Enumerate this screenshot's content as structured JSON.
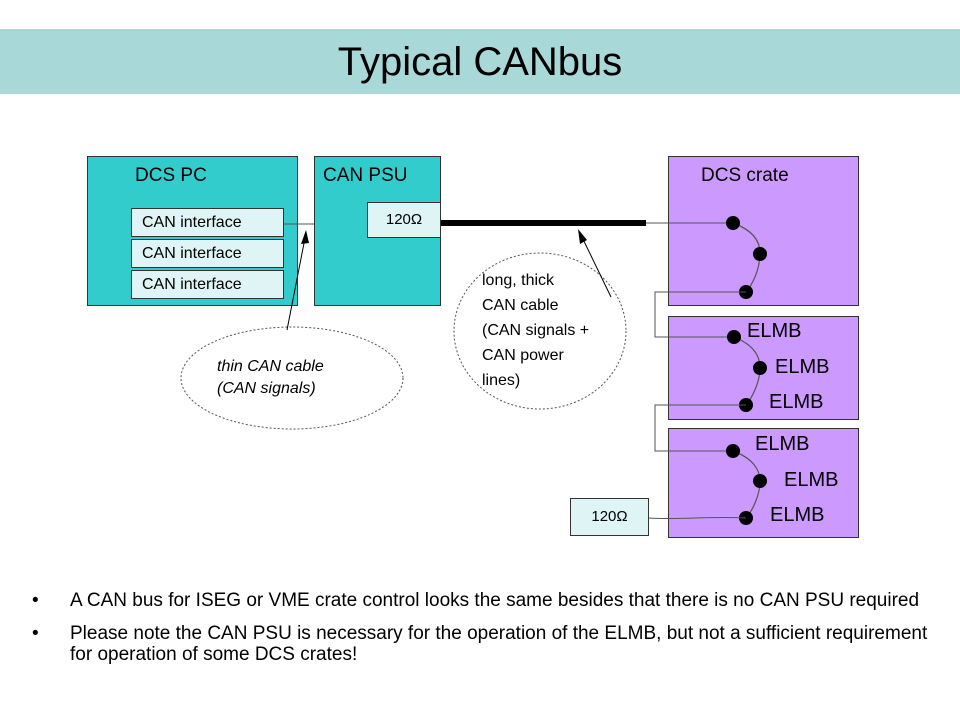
{
  "title": "Typical CANbus",
  "dcs_pc": {
    "label": "DCS PC",
    "interfaces": [
      "CAN interface",
      "CAN interface",
      "CAN interface"
    ]
  },
  "can_psu": {
    "label": "CAN PSU",
    "resistor": "120Ω"
  },
  "dcs_crate": {
    "label": "DCS crate"
  },
  "elmb_labels": [
    "ELMB",
    "ELMB",
    "ELMB",
    "ELMB",
    "ELMB",
    "ELMB"
  ],
  "terminator": "120Ω",
  "thin_cable_note": [
    "thin CAN cable",
    "(CAN signals)"
  ],
  "thick_cable_note": [
    "long, thick",
    "CAN cable",
    "(CAN signals +",
    "CAN power",
    "lines)"
  ],
  "bullets": [
    "A CAN bus for ISEG or VME crate control looks the same besides that there is no CAN PSU required",
    "Please note the CAN PSU is necessary for the operation of the ELMB, but not a sufficient requirement for operation of some DCS crates!"
  ],
  "colors": {
    "title_bar": "#a9d8d8",
    "teal_box": "#33cccc",
    "purple_box": "#cc99ff"
  }
}
